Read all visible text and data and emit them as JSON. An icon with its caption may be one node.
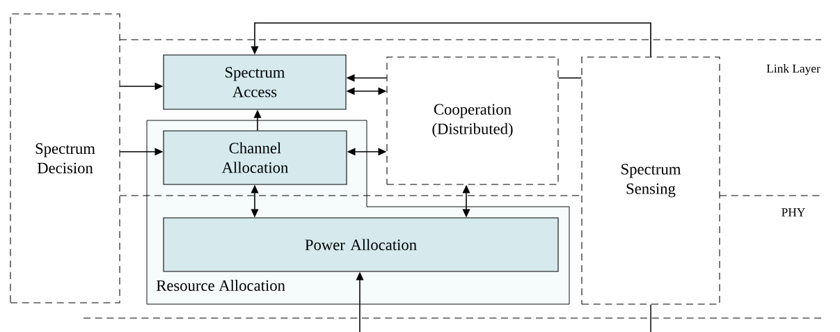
{
  "diagram": {
    "nodes": [
      {
        "text": [
          "Spectrum Decision"
        ]
      },
      {
        "text": [
          "Spectrum Access"
        ]
      },
      {
        "text": [
          "Cooperation (Distributed)"
        ]
      },
      {
        "text": [
          "Resource Allocation"
        ]
      },
      {
        "text": [
          "Channel Allocation"
        ],
        "in": 3
      },
      {
        "text": [
          "Power Allocation"
        ],
        "in": 3
      },
      {
        "text": [
          "Spectrum Sensing"
        ]
      }
    ],
    "edges": [
      {
        "from": 6,
        "to": 1,
        "arrow": "to"
      },
      {
        "from": 0,
        "to": 1,
        "arrow": "to"
      },
      {
        "from": 0,
        "to": 4,
        "arrow": "to"
      },
      {
        "from": 4,
        "to": 1,
        "arrow": "to"
      },
      {
        "from": 2,
        "to": 1,
        "arrow": "to"
      },
      {
        "from": 1,
        "to": 2,
        "arrow": "both"
      },
      {
        "from": 4,
        "to": 2,
        "arrow": "both"
      },
      {
        "from": 4,
        "to": 5,
        "arrow": "both"
      },
      {
        "from": 2,
        "to": 5,
        "arrow": "both"
      },
      {
        "from": null,
        "to": 5,
        "arrow": "to"
      },
      {
        "from": 6,
        "to": null,
        "arrow": "none"
      },
      {
        "from": 2,
        "to": 6,
        "arrow": "none"
      }
    ],
    "labels": [
      "Link Layer",
      "PHY"
    ]
  }
}
